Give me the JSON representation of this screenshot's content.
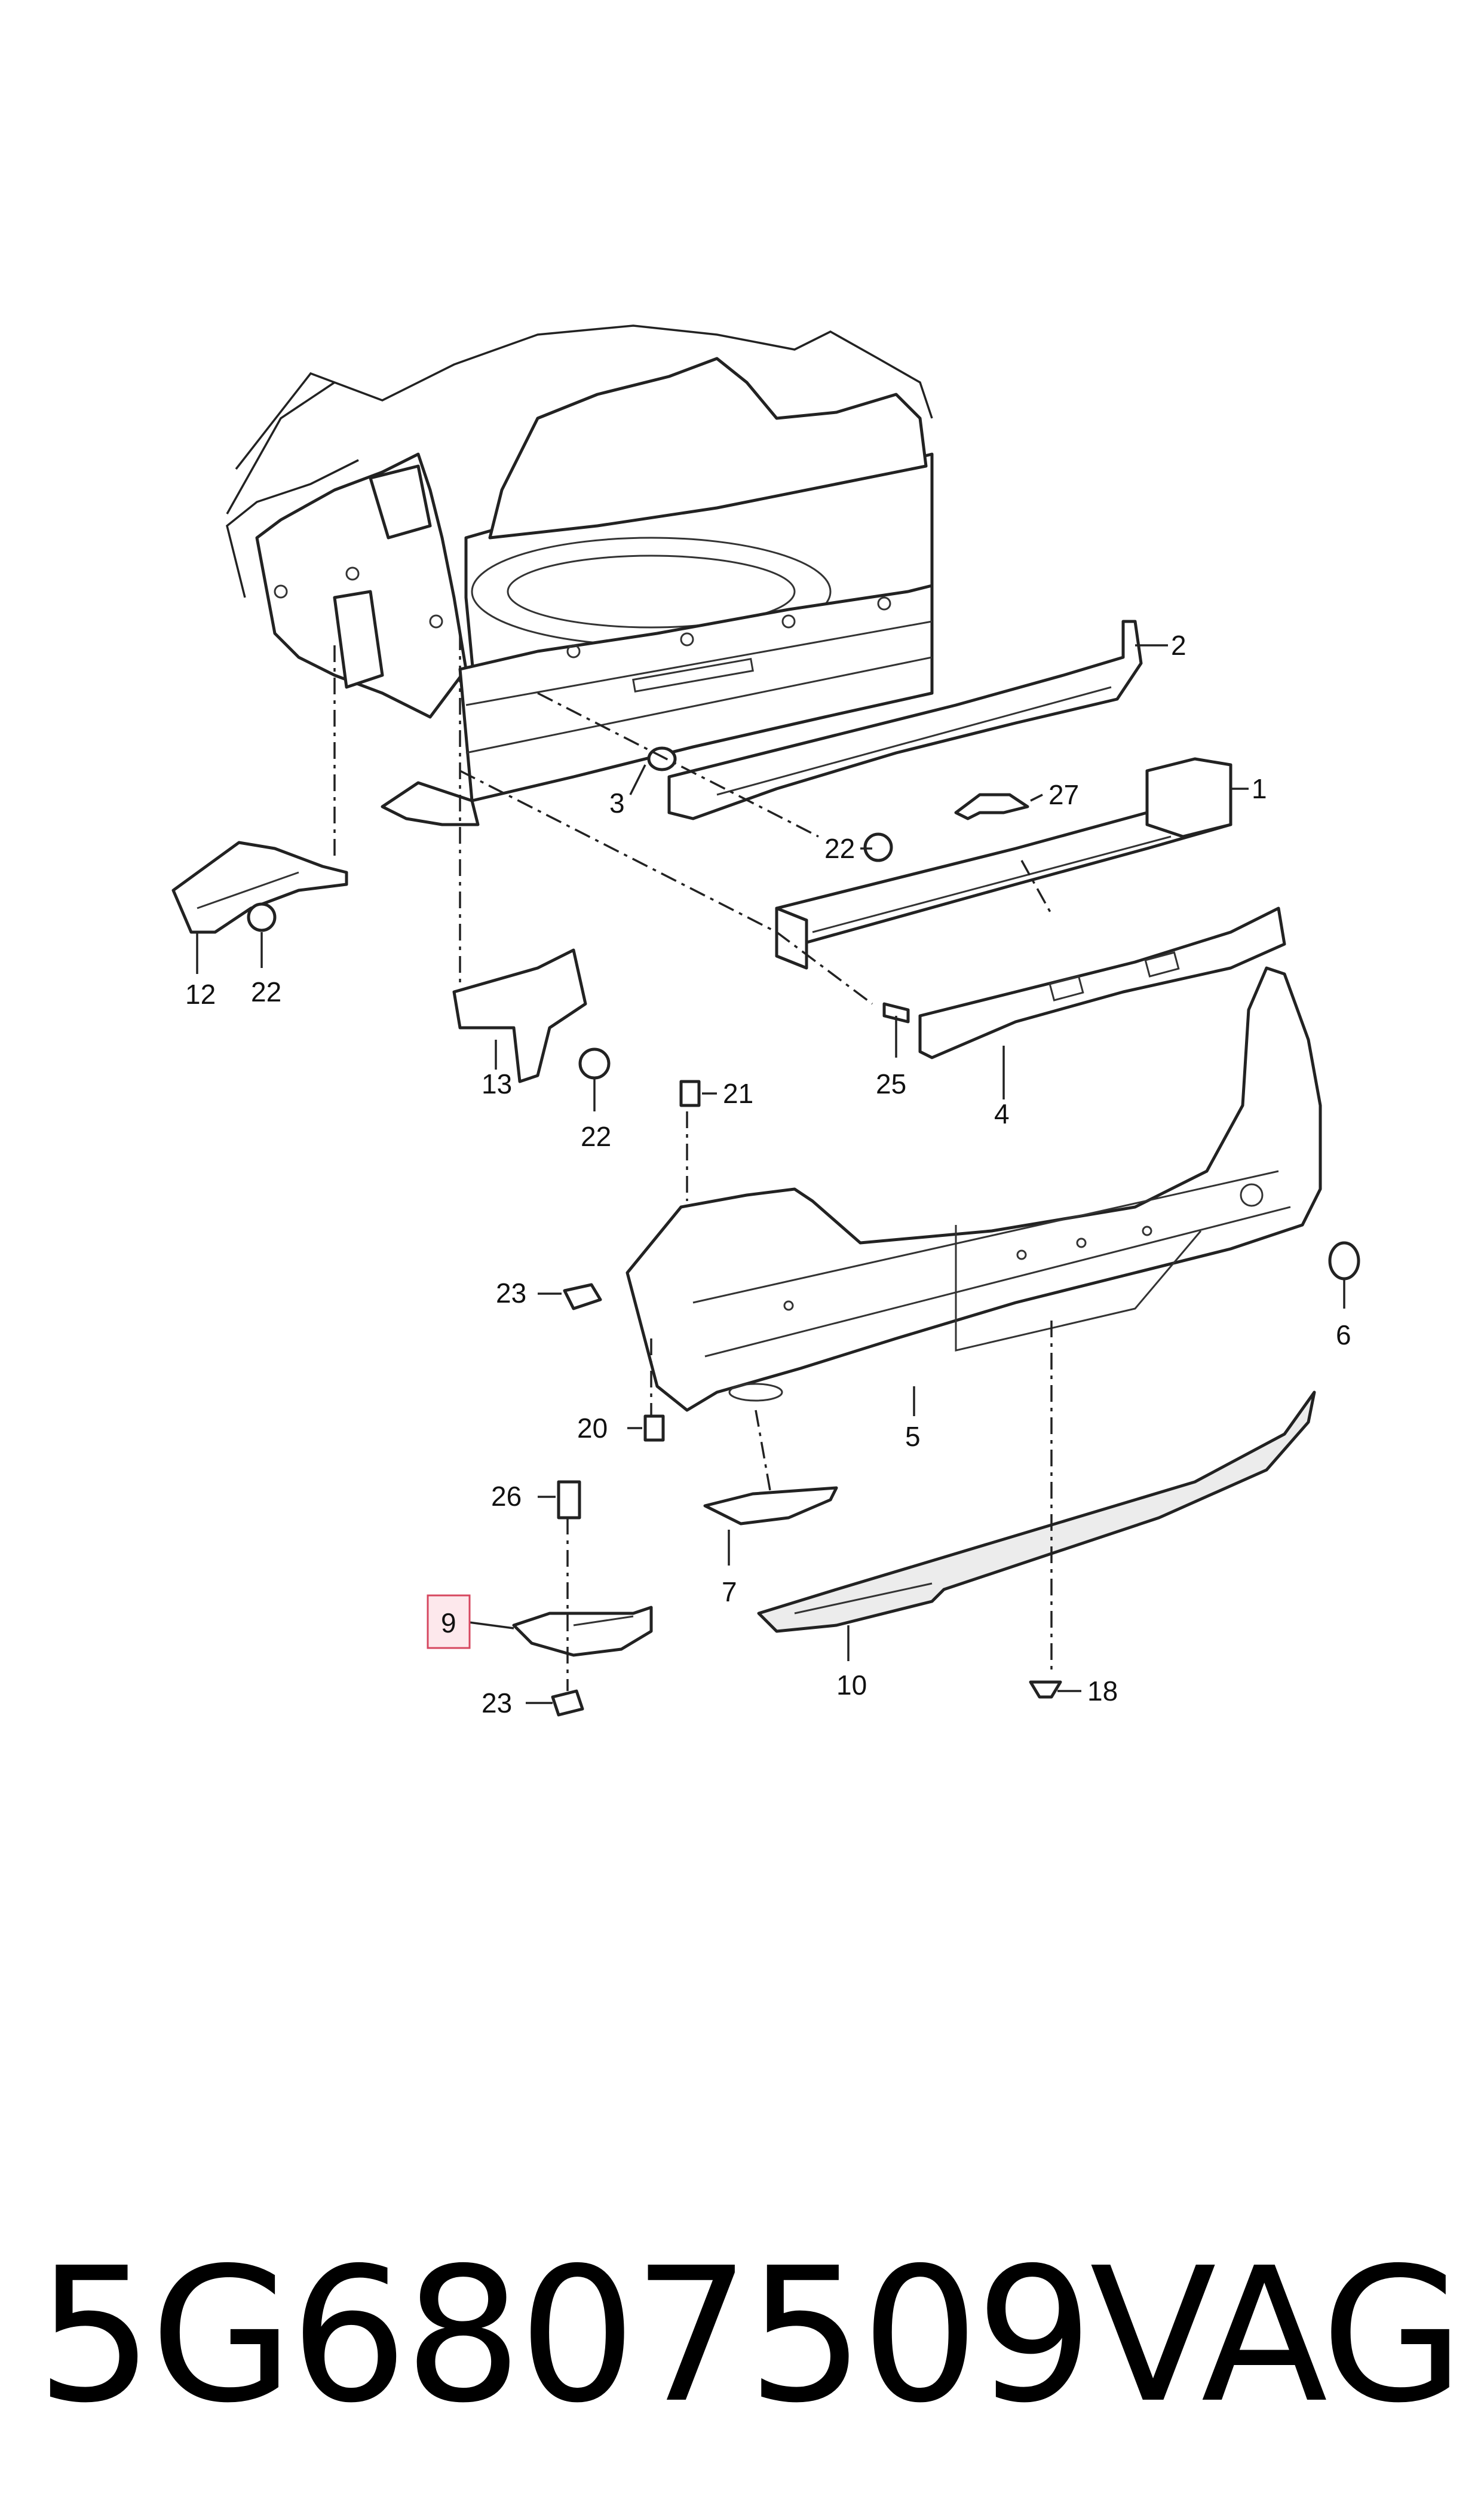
{
  "footer": {
    "part_number": "5G6807509",
    "brand": "VAG"
  },
  "callouts": [
    {
      "id": "1",
      "label": "1"
    },
    {
      "id": "2",
      "label": "2"
    },
    {
      "id": "3",
      "label": "3"
    },
    {
      "id": "4",
      "label": "4"
    },
    {
      "id": "5",
      "label": "5"
    },
    {
      "id": "6",
      "label": "6"
    },
    {
      "id": "7",
      "label": "7"
    },
    {
      "id": "9",
      "label": "9",
      "highlighted": true
    },
    {
      "id": "10",
      "label": "10"
    },
    {
      "id": "12",
      "label": "12"
    },
    {
      "id": "13",
      "label": "13"
    },
    {
      "id": "18",
      "label": "18"
    },
    {
      "id": "20",
      "label": "20"
    },
    {
      "id": "21",
      "label": "21"
    },
    {
      "id": "22a",
      "label": "22"
    },
    {
      "id": "22b",
      "label": "22"
    },
    {
      "id": "22c",
      "label": "22"
    },
    {
      "id": "23a",
      "label": "23"
    },
    {
      "id": "23b",
      "label": "23"
    },
    {
      "id": "25",
      "label": "25"
    },
    {
      "id": "26",
      "label": "26"
    },
    {
      "id": "27",
      "label": "27"
    }
  ],
  "colors": {
    "line": "#222222",
    "highlight_fill": "#fde8ec",
    "highlight_stroke": "#d6475f"
  }
}
